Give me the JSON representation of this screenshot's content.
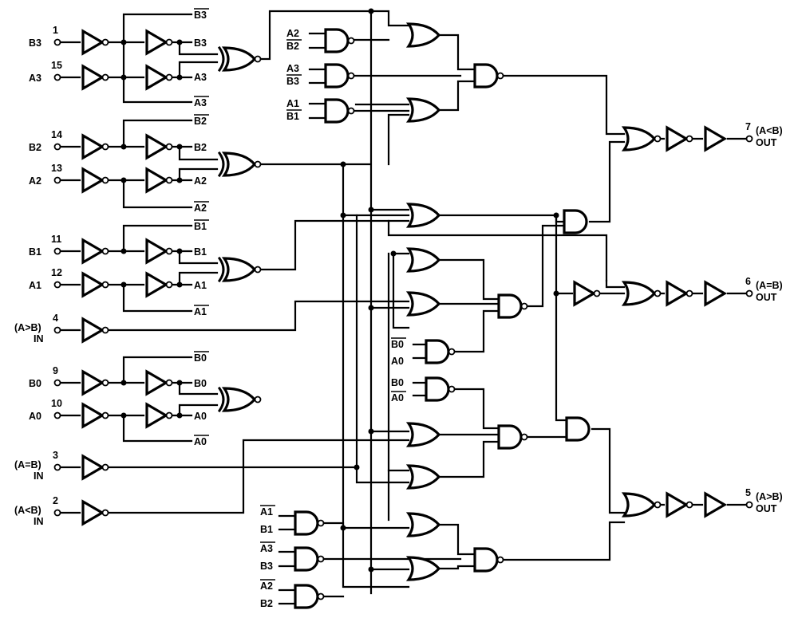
{
  "pins": [
    {
      "id": "b3",
      "name": "B3",
      "number": "1"
    },
    {
      "id": "a3",
      "name": "A3",
      "number": "15"
    },
    {
      "id": "b2",
      "name": "B2",
      "number": "14"
    },
    {
      "id": "a2",
      "name": "A2",
      "number": "13"
    },
    {
      "id": "b1",
      "name": "B1",
      "number": "11"
    },
    {
      "id": "a1",
      "name": "A1",
      "number": "12"
    },
    {
      "id": "agtb-in",
      "name": "(A>B)",
      "sub": "IN",
      "number": "4"
    },
    {
      "id": "b0",
      "name": "B0",
      "number": "9"
    },
    {
      "id": "a0",
      "name": "A0",
      "number": "10"
    },
    {
      "id": "aeqb-in",
      "name": "(A=B)",
      "sub": "IN",
      "number": "3"
    },
    {
      "id": "altb-in",
      "name": "(A<B)",
      "sub": "IN",
      "number": "2"
    }
  ],
  "outputs": [
    {
      "id": "altb-out",
      "name": "(A<B)",
      "sub": "OUT",
      "number": "7"
    },
    {
      "id": "aeqb-out",
      "name": "(A=B)",
      "sub": "OUT",
      "number": "6"
    },
    {
      "id": "agtb-out",
      "name": "(A>B)",
      "sub": "OUT",
      "number": "5"
    }
  ],
  "buffer_labels": {
    "b3_bar": "B3",
    "b3": "B3",
    "a3": "A3",
    "a3_bar": "A3",
    "b2_bar": "B2",
    "b2": "B2",
    "a2": "A2",
    "a2_bar": "A2",
    "b1_bar": "B1",
    "b1": "B1",
    "a1": "A1",
    "a1_bar": "A1",
    "b0_bar": "B0",
    "b0": "B0",
    "a0": "A0",
    "a0_bar": "A0"
  },
  "gate_labels": {
    "g1_top": "A2",
    "g1_bot": "B2",
    "g2_top": "A3",
    "g2_bot": "B3",
    "g3_top": "A1",
    "g3_bot": "B1",
    "g4_top": "B0",
    "g4_bot": "A0",
    "g5_top": "B0",
    "g5_bot": "A0",
    "g6_top": "A1",
    "g6_bot": "B1",
    "g7_top": "A3",
    "g7_bot": "B3",
    "g8_top": "A2",
    "g8_bot": "B2"
  }
}
